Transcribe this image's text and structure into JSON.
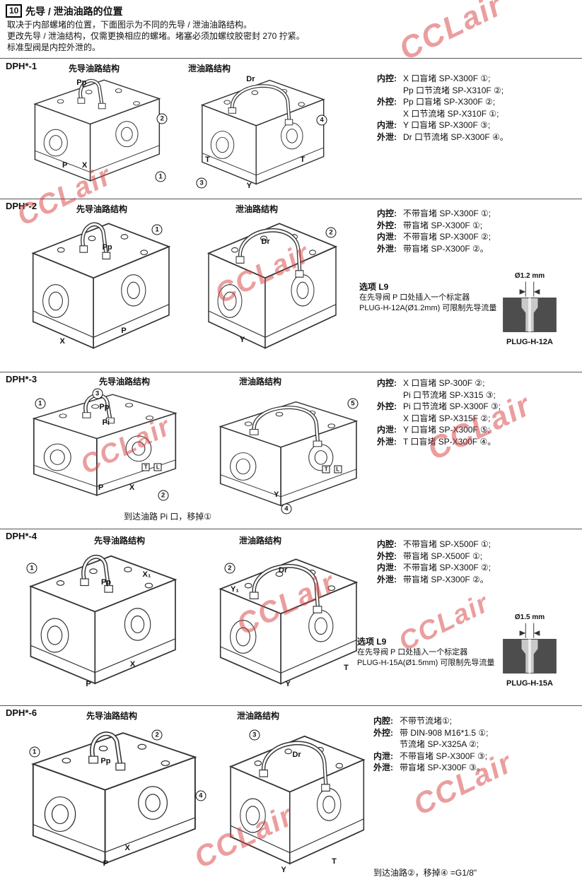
{
  "watermark": "CCLair",
  "header": {
    "number": "10",
    "title": "先导 / 泄油油路的位置",
    "line1": "取决于内部螺堵的位置，下面图示为不同的先导 / 泄油油路结构。",
    "line2": "更改先导 / 泄油结构，仅需更换相应的螺堵。堵塞必须加螺纹胶密封 270 拧紧。",
    "line3": "标准型阀是内控外泄的。"
  },
  "sections": [
    {
      "model": "DPH*-1",
      "pilot_title": "先导油路结构",
      "drain_title": "泄油路结构",
      "specs": [
        {
          "k": "内控:",
          "v": "X 口盲堵 SP-X300F ①;"
        },
        {
          "k": "",
          "v": "Pp 口节流堵 SP-X310F ②;"
        },
        {
          "k": "外控:",
          "v": "Pp 口盲堵 SP-X300F ②;"
        },
        {
          "k": "",
          "v": "X 口节流堵 SP-X310F ①;"
        },
        {
          "k": "内泄:",
          "v": "Y 口盲堵 SP-X300F ③;"
        },
        {
          "k": "外泄:",
          "v": "Dr 口节流堵 SP-X300F ④。"
        }
      ],
      "pilot_ports": [
        "Pp",
        "P",
        "X"
      ],
      "pilot_callouts": [
        "2",
        "1"
      ],
      "drain_ports": [
        "Dr",
        "T",
        "T",
        "Y"
      ],
      "drain_callouts": [
        "4",
        "3"
      ]
    },
    {
      "model": "DPH*-2",
      "pilot_title": "先导油路结构",
      "drain_title": "泄油路结构",
      "specs": [
        {
          "k": "内控:",
          "v": "不带盲堵 SP-X300F ①;"
        },
        {
          "k": "外控:",
          "v": "带盲堵 SP-X300F ①;"
        },
        {
          "k": "内泄:",
          "v": "不带盲堵 SP-X300F ②;"
        },
        {
          "k": "外泄:",
          "v": "带盲堵 SP-X300F ②。"
        }
      ],
      "pilot_ports": [
        "Pp",
        "X",
        "P"
      ],
      "pilot_callouts": [
        "1"
      ],
      "drain_ports": [
        "Dr",
        "Y"
      ],
      "drain_callouts": [
        "2"
      ],
      "option": {
        "title": "选项 L9",
        "line1": "在先导阀 P 口处插入一个标定器",
        "line2": "PLUG-H-12A(Ø1.2mm) 可限制先导流量"
      },
      "plug": {
        "dim": "Ø1.2 mm",
        "label": "PLUG-H-12A"
      }
    },
    {
      "model": "DPH*-3",
      "pilot_title": "先导油路结构",
      "drain_title": "泄油路结构",
      "specs": [
        {
          "k": "内控:",
          "v": "X 口盲堵 SP-300F ②;"
        },
        {
          "k": "",
          "v": "Pi 口节流堵 SP-X315 ③;"
        },
        {
          "k": "外控:",
          "v": "Pi 口节流堵 SP-X300F ③;"
        },
        {
          "k": "",
          "v": "X 口盲堵 SP-X315F ②;"
        },
        {
          "k": "内泄:",
          "v": "Y 口盲堵 SP-X300F ⑤;"
        },
        {
          "k": "外泄:",
          "v": "T 口盲堵 SP-X300F ④。"
        }
      ],
      "pilot_ports": [
        "Pp",
        "Pi",
        "P",
        "X",
        "T",
        "L"
      ],
      "pilot_callouts": [
        "1",
        "3",
        "2"
      ],
      "drain_ports": [
        "Y",
        "T",
        "L"
      ],
      "drain_callouts": [
        "5",
        "4"
      ],
      "note": "到达油路 Pi 口，移掉①"
    },
    {
      "model": "DPH*-4",
      "pilot_title": "先导油路结构",
      "drain_title": "泄油路结构",
      "specs": [
        {
          "k": "内腔:",
          "v": "不带盲堵 SP-X500F ①;"
        },
        {
          "k": "外控:",
          "v": "带盲堵 SP-X500F ①;"
        },
        {
          "k": "内泄:",
          "v": "不带盲堵 SP-X300F ②;"
        },
        {
          "k": "外泄:",
          "v": "带盲堵 SP-X300F ②。"
        }
      ],
      "pilot_ports": [
        "Pp",
        "X₁",
        "X",
        "P"
      ],
      "pilot_callouts": [
        "1"
      ],
      "drain_ports": [
        "Dr",
        "Y₁",
        "Y",
        "T"
      ],
      "drain_callouts": [
        "2"
      ],
      "option": {
        "title": "选项 L9",
        "line1": "在先导阀 P 口处插入一个标定器",
        "line2": "PLUG-H-15A(Ø1.5mm) 可限制先导流量"
      },
      "plug": {
        "dim": "Ø1.5 mm",
        "label": "PLUG-H-15A"
      }
    },
    {
      "model": "DPH*-6",
      "pilot_title": "先导油路结构",
      "drain_title": "泄油路结构",
      "specs": [
        {
          "k": "内腔:",
          "v": "不带节流堵①;"
        },
        {
          "k": "外控:",
          "v": "带 DIN-908 M16*1.5 ①;"
        },
        {
          "k": "",
          "v": "节流堵 SP-X325A ②;"
        },
        {
          "k": "内泄:",
          "v": "不带盲堵 SP-X300F ③;"
        },
        {
          "k": "外泄:",
          "v": "带盲堵 SP-X300F ③。"
        }
      ],
      "pilot_ports": [
        "Pp",
        "X",
        "P"
      ],
      "pilot_callouts": [
        "2",
        "1",
        "4"
      ],
      "drain_ports": [
        "Dr",
        "T",
        "Y"
      ],
      "drain_callouts": [
        "3"
      ],
      "note": "到达油路②，移掉④ =G1/8\""
    }
  ]
}
